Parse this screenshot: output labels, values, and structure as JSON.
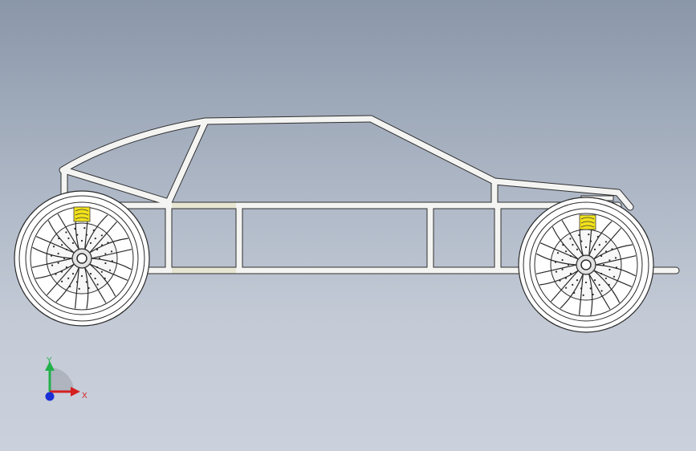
{
  "view": {
    "background_top": "#8a97a9",
    "background_bottom": "#cbd1dc"
  },
  "model": {
    "frame_color": "#f4f4f2",
    "edge_color": "#3a3a3a",
    "rail_accent_color": "#e8e8d8",
    "spring_color": "#f2e21a",
    "wheel_color": "#ffffff",
    "icons": [
      "tube-frame",
      "wheel",
      "brake-disc",
      "coil-spring"
    ]
  },
  "triad": {
    "y_label": "Y",
    "x_label": "X",
    "y_color": "#22b04a",
    "x_color": "#d42020",
    "z_color": "#1a2fd4"
  }
}
